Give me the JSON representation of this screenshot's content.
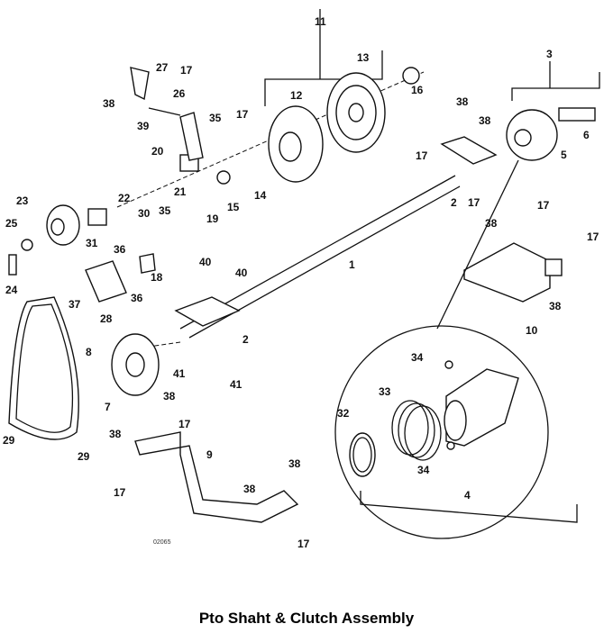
{
  "caption": "Pto Shaht & Clutch Assembly",
  "drawing_code": "02065",
  "labels": [
    "11",
    "13",
    "16",
    "3",
    "12",
    "38",
    "38",
    "6",
    "5",
    "27",
    "17",
    "26",
    "38",
    "39",
    "20",
    "35",
    "17",
    "17",
    "2",
    "17",
    "23",
    "22",
    "30",
    "35",
    "21",
    "19",
    "15",
    "14",
    "25",
    "31",
    "36",
    "18",
    "40",
    "40",
    "1",
    "17",
    "38",
    "17",
    "24",
    "36",
    "37",
    "28",
    "38",
    "10",
    "2",
    "8",
    "41",
    "41",
    "34",
    "33",
    "32",
    "38",
    "7",
    "17",
    "38",
    "29",
    "29",
    "9",
    "34",
    "4",
    "17",
    "38",
    "38",
    "17"
  ]
}
